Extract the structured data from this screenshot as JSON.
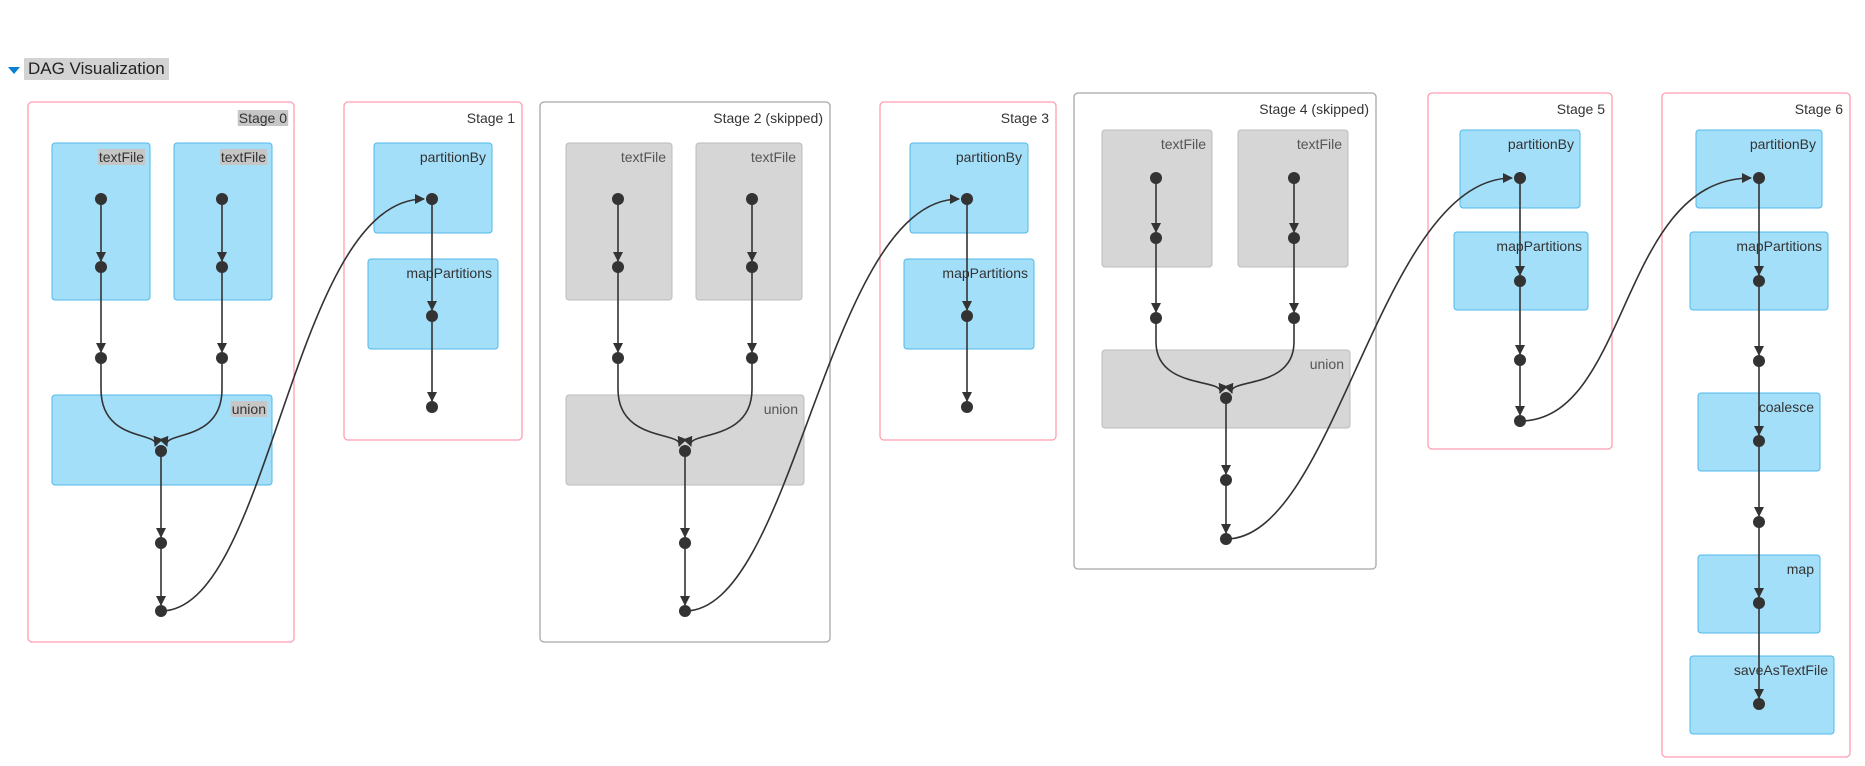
{
  "header": {
    "title": "DAG Visualization"
  },
  "stages": [
    {
      "label": "Stage 0",
      "skipped": false,
      "ops": [
        "textFile",
        "textFile",
        "union"
      ]
    },
    {
      "label": "Stage 1",
      "skipped": false,
      "ops": [
        "partitionBy",
        "mapPartitions"
      ]
    },
    {
      "label": "Stage 2 (skipped)",
      "skipped": true,
      "ops": [
        "textFile",
        "textFile",
        "union"
      ]
    },
    {
      "label": "Stage 3",
      "skipped": false,
      "ops": [
        "partitionBy",
        "mapPartitions"
      ]
    },
    {
      "label": "Stage 4 (skipped)",
      "skipped": true,
      "ops": [
        "textFile",
        "textFile",
        "union"
      ]
    },
    {
      "label": "Stage 5",
      "skipped": false,
      "ops": [
        "partitionBy",
        "mapPartitions"
      ]
    },
    {
      "label": "Stage 6",
      "skipped": false,
      "ops": [
        "partitionBy",
        "mapPartitions",
        "coalesce",
        "map",
        "saveAsTextFile"
      ]
    }
  ],
  "colors": {
    "active_stage_border": "#ff9eb0",
    "skipped_stage_border": "#a8a8a8",
    "active_op_fill": "#a4dffa",
    "active_op_border": "#4fb8ea",
    "skipped_op_fill": "#d6d6d6",
    "skipped_op_border": "#bcbcbc",
    "edge": "#333333",
    "header_arrow": "#0a7fd1"
  }
}
